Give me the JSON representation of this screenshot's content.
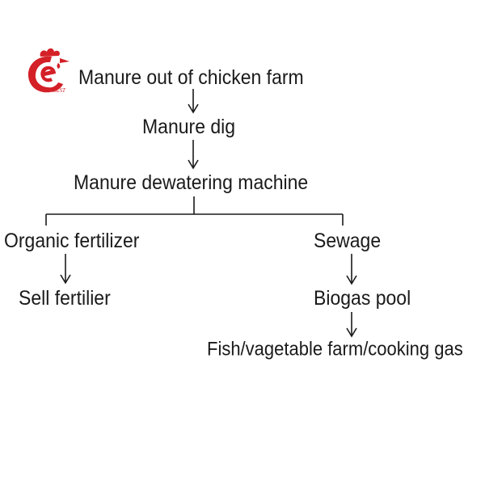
{
  "logo": {
    "icon": "rooster-logo-icon",
    "text": "BEST",
    "color": "#d42027"
  },
  "nodes": {
    "manure_out": "Manure out of chicken farm",
    "manure_dig": "Manure dig",
    "dewatering": "Manure dewatering machine",
    "organic": "Organic fertilizer",
    "sell": "Sell fertilier",
    "sewage": "Sewage",
    "biogas": "Biogas pool",
    "fish": "Fish/vagetable farm/cooking gas"
  },
  "colors": {
    "text": "#1a1a1a",
    "lines": "#1a1a1a"
  }
}
